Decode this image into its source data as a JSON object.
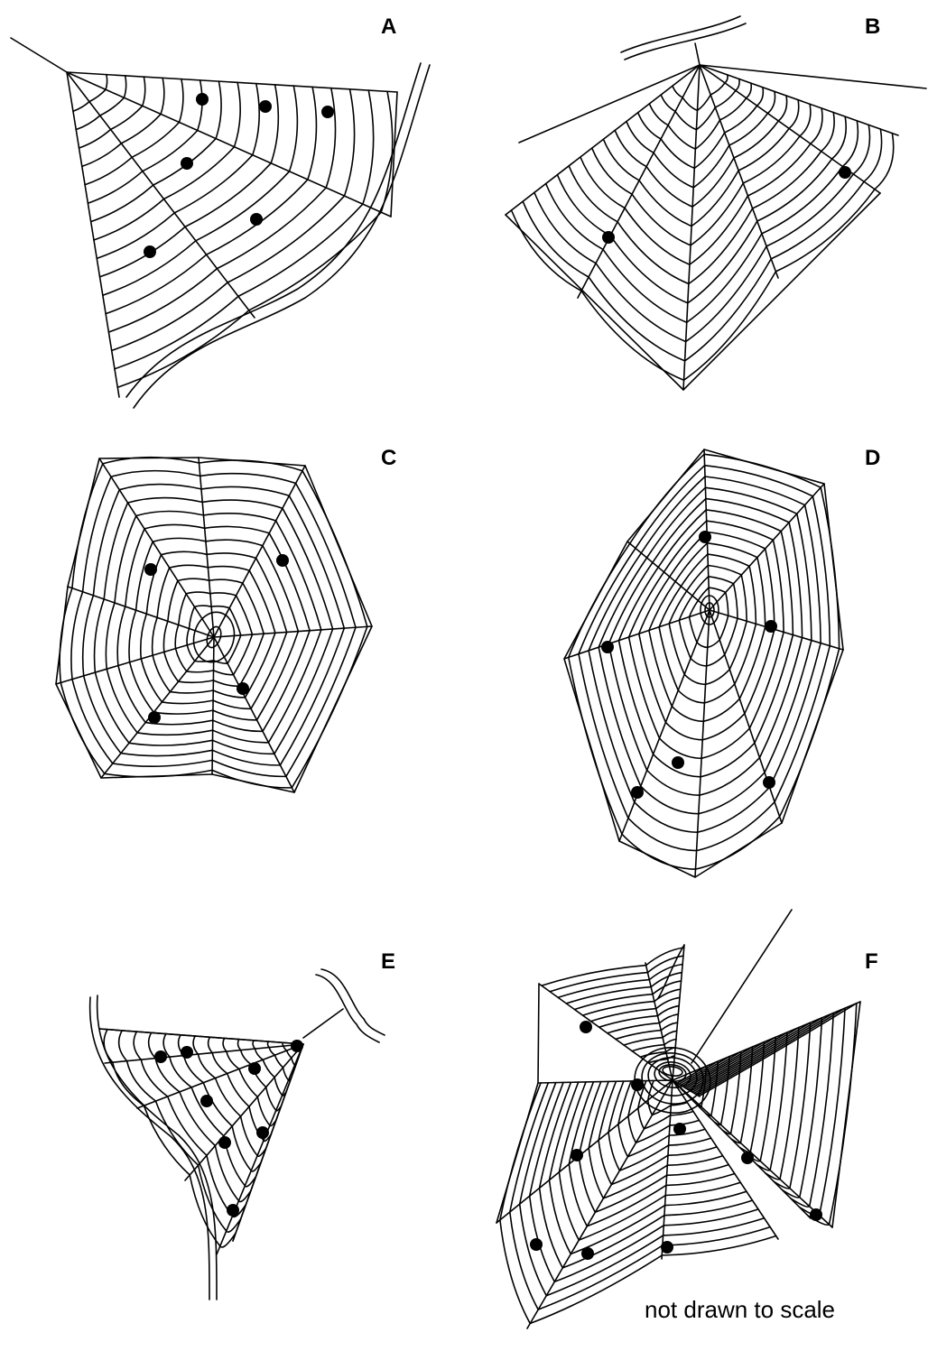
{
  "panels": [
    {
      "label": "A"
    },
    {
      "label": "B"
    },
    {
      "label": "C"
    },
    {
      "label": "D"
    },
    {
      "label": "E"
    },
    {
      "label": "F"
    }
  ],
  "note": "not drawn to scale",
  "colors": {
    "ink": "#000000",
    "background": "#ffffff"
  }
}
